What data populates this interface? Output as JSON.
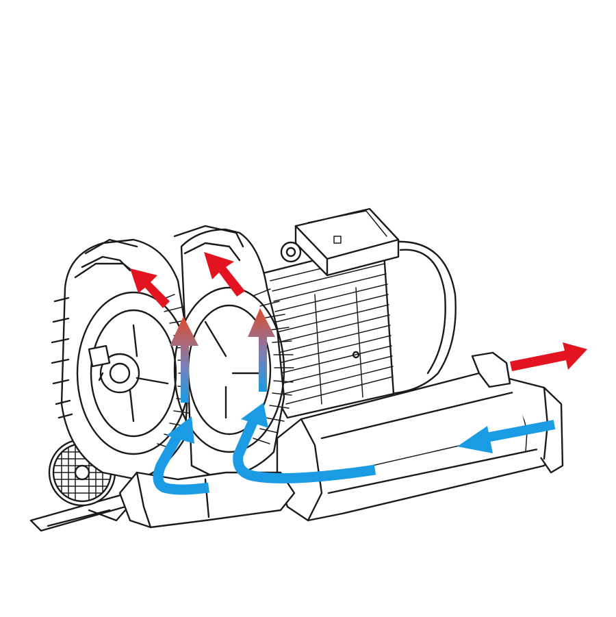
{
  "diagram": {
    "subject": "side-channel-blower-two-stage",
    "colors": {
      "background": "#ffffff",
      "outline": "#1a1a1a",
      "hot_air": "#e3141f",
      "cold_air": "#1a9be3",
      "housing_fill": "#ffffff",
      "shade_fill": "#f2f2f2"
    },
    "arrows": {
      "intake_icon": "cold-air-arrow",
      "discharge_icon": "hot-air-arrow",
      "stage_transition_icon": "gradient-air-arrow"
    }
  }
}
